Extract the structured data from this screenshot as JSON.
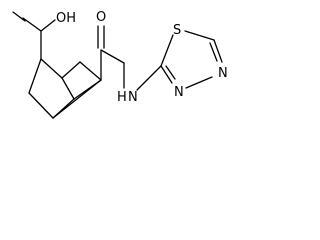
{
  "structure": {
    "atoms": {
      "oh": "OH",
      "o_amide": "O",
      "n_amide": "N",
      "h_amide": "H",
      "s_ring": "S",
      "n_ring_1": "N",
      "n_ring_2": "N"
    },
    "colors": {
      "ink": "#000000",
      "background": "#ffffff"
    }
  }
}
